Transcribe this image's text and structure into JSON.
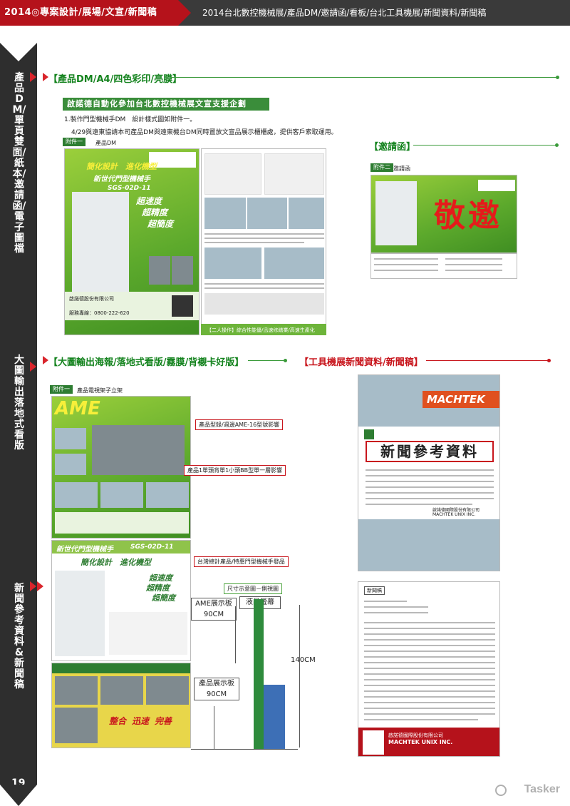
{
  "header": {
    "left": "2014◎專案設計/展場/文宣/新聞稿",
    "right": "2014台北數控機械展/產品DM/邀請函/看板/台北工具機展/新聞資料/新聞稿"
  },
  "sidebar": {
    "labels": [
      "產品DM/單頁雙面/紙本/邀請函/電子圖檔",
      "大圖輸出落地式看版",
      "新聞參考資料&新聞稿"
    ],
    "page_number": "19"
  },
  "sections": {
    "dm_title": "【產品DM/A4/四色彩印/亮膜】",
    "invite_title": "【邀請函】",
    "poster_title": "【大圖輸出海報/落地式看版/霧膜/背襯卡好版】",
    "news_title": "【工具機展新聞資料/新聞稿】"
  },
  "dm": {
    "header": "啟諾德自動化參加台北數控機械展文宣支援企劃",
    "line1": "1.製作門型機械手DM　設計樣式圖如附件一。",
    "line2": "4/29與遠東協請本司產品DM與遠東機台DM同時置放文宣品展示櫃櫃處，提供客戶索取運用。",
    "tag": "附件一",
    "tag_text": "產品DM",
    "slogan1": "簡化設計　進化機型",
    "slogan2": "新世代門型機械手",
    "model": "SGS-02D-11",
    "slogan3": "超速度",
    "slogan4": "超精度",
    "slogan5": "超簡度",
    "company": "啟諾德股份有限公司",
    "hotline": "服務專線：0800-222-620",
    "footer": "【二人操作】綜合性能優/迅速修繕業/高速生產化"
  },
  "invite": {
    "tag": "附件二",
    "tag_text": "邀請函",
    "big": "敬邀"
  },
  "poster": {
    "tag": "附件一",
    "tag_text": "產品電視架子立架",
    "brand": "AME",
    "callout1": "產品型錄/週邊AME-16型號影響",
    "callout2": "產品1單頭背單1小頭BB型單一層影響",
    "callout3": "台灣總計產品/特惠門型機械手發品",
    "callout4": "尺寸示意圖－側視圖",
    "board_label": "AME展示板",
    "board_size": "90CM",
    "wall_label": "液晶螢幕",
    "height": "140CM",
    "stand_label": "產品展示板",
    "stand_size": "90CM",
    "slogan1": "新世代門型機械手",
    "slogan2": "簡化設計　進化機型",
    "model": "SGS-02D-11",
    "slogan3": "超速度",
    "slogan4": "超精度",
    "slogan5": "超簡度",
    "bottom1": "整合",
    "bottom2": "迅速",
    "bottom3": "完善"
  },
  "news": {
    "brand": "MACHTEK",
    "title": "新聞參考資料",
    "label2": "新聞稿",
    "company_cn": "啟諾德國際股份有限公司",
    "company_en": "MACHTEK UNIX INC."
  },
  "watermark": "Tasker"
}
